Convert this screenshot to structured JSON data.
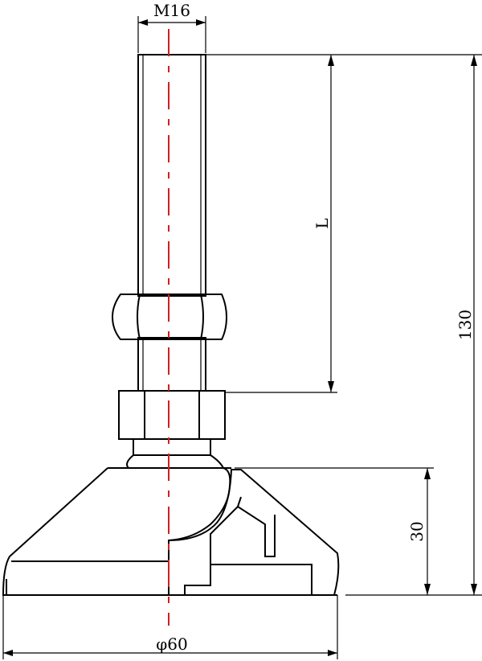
{
  "dimensions": {
    "thread": "M16",
    "length_symbol": "L",
    "overall_height": "130",
    "base_height": "30",
    "base_diameter": "φ60"
  },
  "colors": {
    "outline": "#000000",
    "centerline": "#d21f1f",
    "background": "#ffffff"
  }
}
